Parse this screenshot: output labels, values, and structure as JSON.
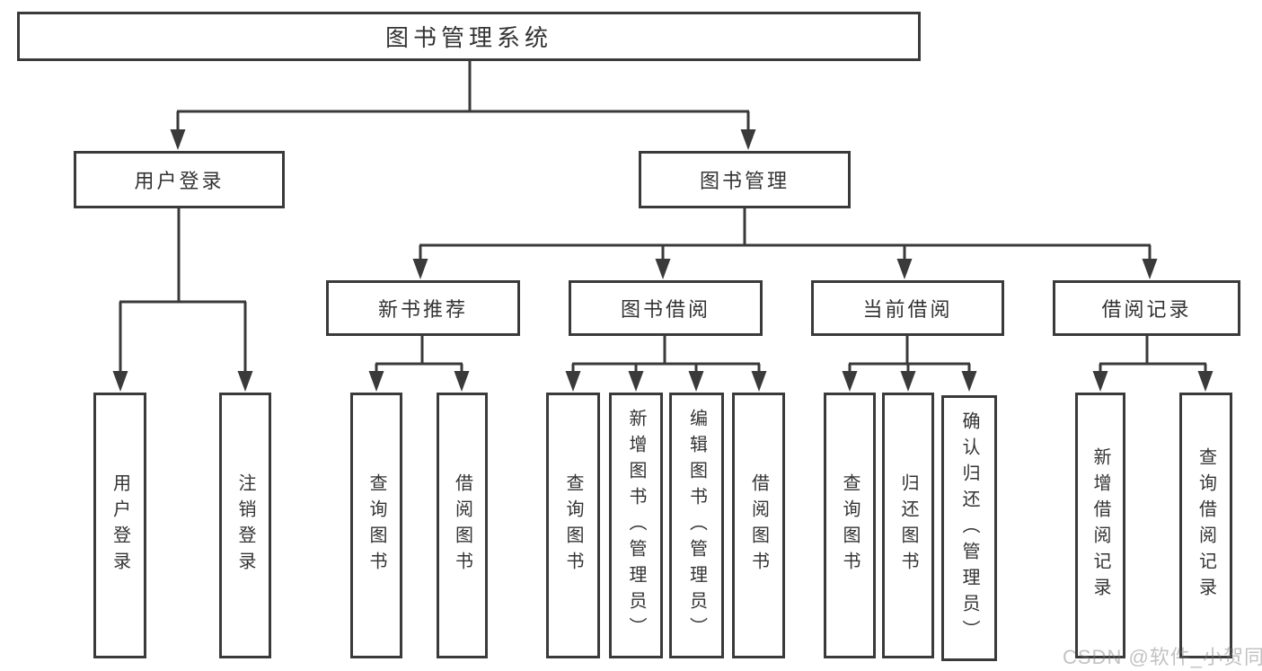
{
  "title": "图书管理系统",
  "watermark": "CSDN @软件_小贺同学",
  "colors": {
    "line": "#3a3a3a",
    "box_border": "#3a3a3a",
    "text": "#333333",
    "watermark": "#c6c6c6",
    "background": "#ffffff"
  },
  "tree": {
    "root": "图书管理系统",
    "branches": [
      {
        "label": "用户登录",
        "leaves": [
          "用户登录",
          "注销登录"
        ]
      },
      {
        "label": "图书管理",
        "groups": [
          {
            "label": "新书推荐",
            "leaves": [
              "查询图书",
              "借阅图书"
            ]
          },
          {
            "label": "图书借阅",
            "leaves": [
              "查询图书",
              "新增图书（管理员）",
              "编辑图书（管理员）",
              "借阅图书"
            ]
          },
          {
            "label": "当前借阅",
            "leaves": [
              "查询图书",
              "归还图书",
              "确认归还（管理员）"
            ]
          },
          {
            "label": "借阅记录",
            "leaves": [
              "新增借阅记录",
              "查询借阅记录"
            ]
          }
        ]
      }
    ]
  }
}
